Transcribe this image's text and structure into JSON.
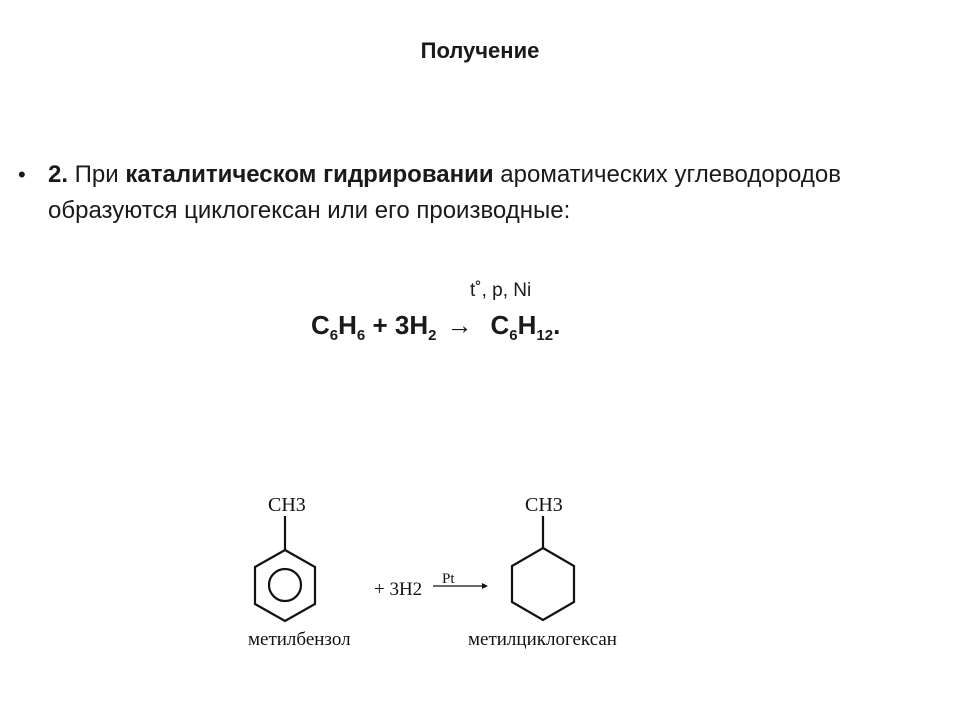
{
  "slide": {
    "title": "Получение",
    "bullet": {
      "marker": "•",
      "number": "2.",
      "text_1": " При ",
      "text_bold": "каталитическом гидрировании",
      "text_2": " ароматических углеводородов образуются циклогексан или его производные:"
    },
    "reaction": {
      "conditions": "t˚, p, Ni",
      "reactant_c": "C",
      "reactant_c_sub": "6",
      "reactant_h": "H",
      "reactant_h_sub": "6",
      "plus": " + 3H",
      "h2_sub": "2",
      "arrow": "→",
      "product_c": "C",
      "product_c_sub": "6",
      "product_h": "H",
      "product_h_sub": "12",
      "end": "."
    },
    "scheme": {
      "left_substituent": "CH3",
      "left_label": "метилбензол",
      "reagent": "+ 3H2",
      "catalyst": "Pt",
      "right_substituent": "CH3",
      "right_label": "метилциклогексан"
    }
  }
}
